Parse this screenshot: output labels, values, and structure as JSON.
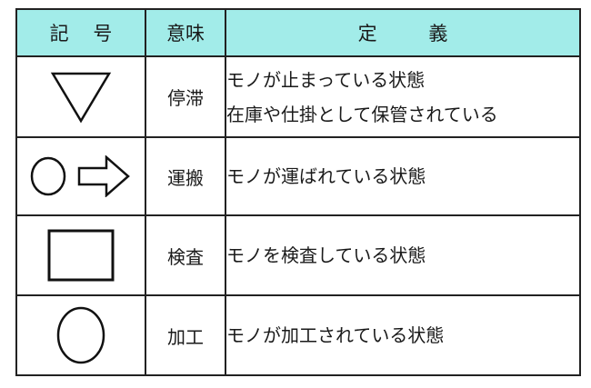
{
  "header": {
    "symbol": "記 号",
    "meaning": "意味",
    "definition": "定 義",
    "background_color": "#a2ece9"
  },
  "rows": [
    {
      "symbol_icon": "inverted-triangle-icon",
      "meaning": "停滞",
      "definition_lines": [
        "モノが止まっている状態",
        "在庫や仕掛として保管されている"
      ]
    },
    {
      "symbol_icon": "circle-and-arrow-icon",
      "meaning": "運搬",
      "definition_lines": [
        "モノが運ばれている状態"
      ]
    },
    {
      "symbol_icon": "rectangle-icon",
      "meaning": "検査",
      "definition_lines": [
        "モノを検査している状態"
      ]
    },
    {
      "symbol_icon": "circle-icon",
      "meaning": "加工",
      "definition_lines": [
        "モノが加工されている状態"
      ]
    }
  ]
}
